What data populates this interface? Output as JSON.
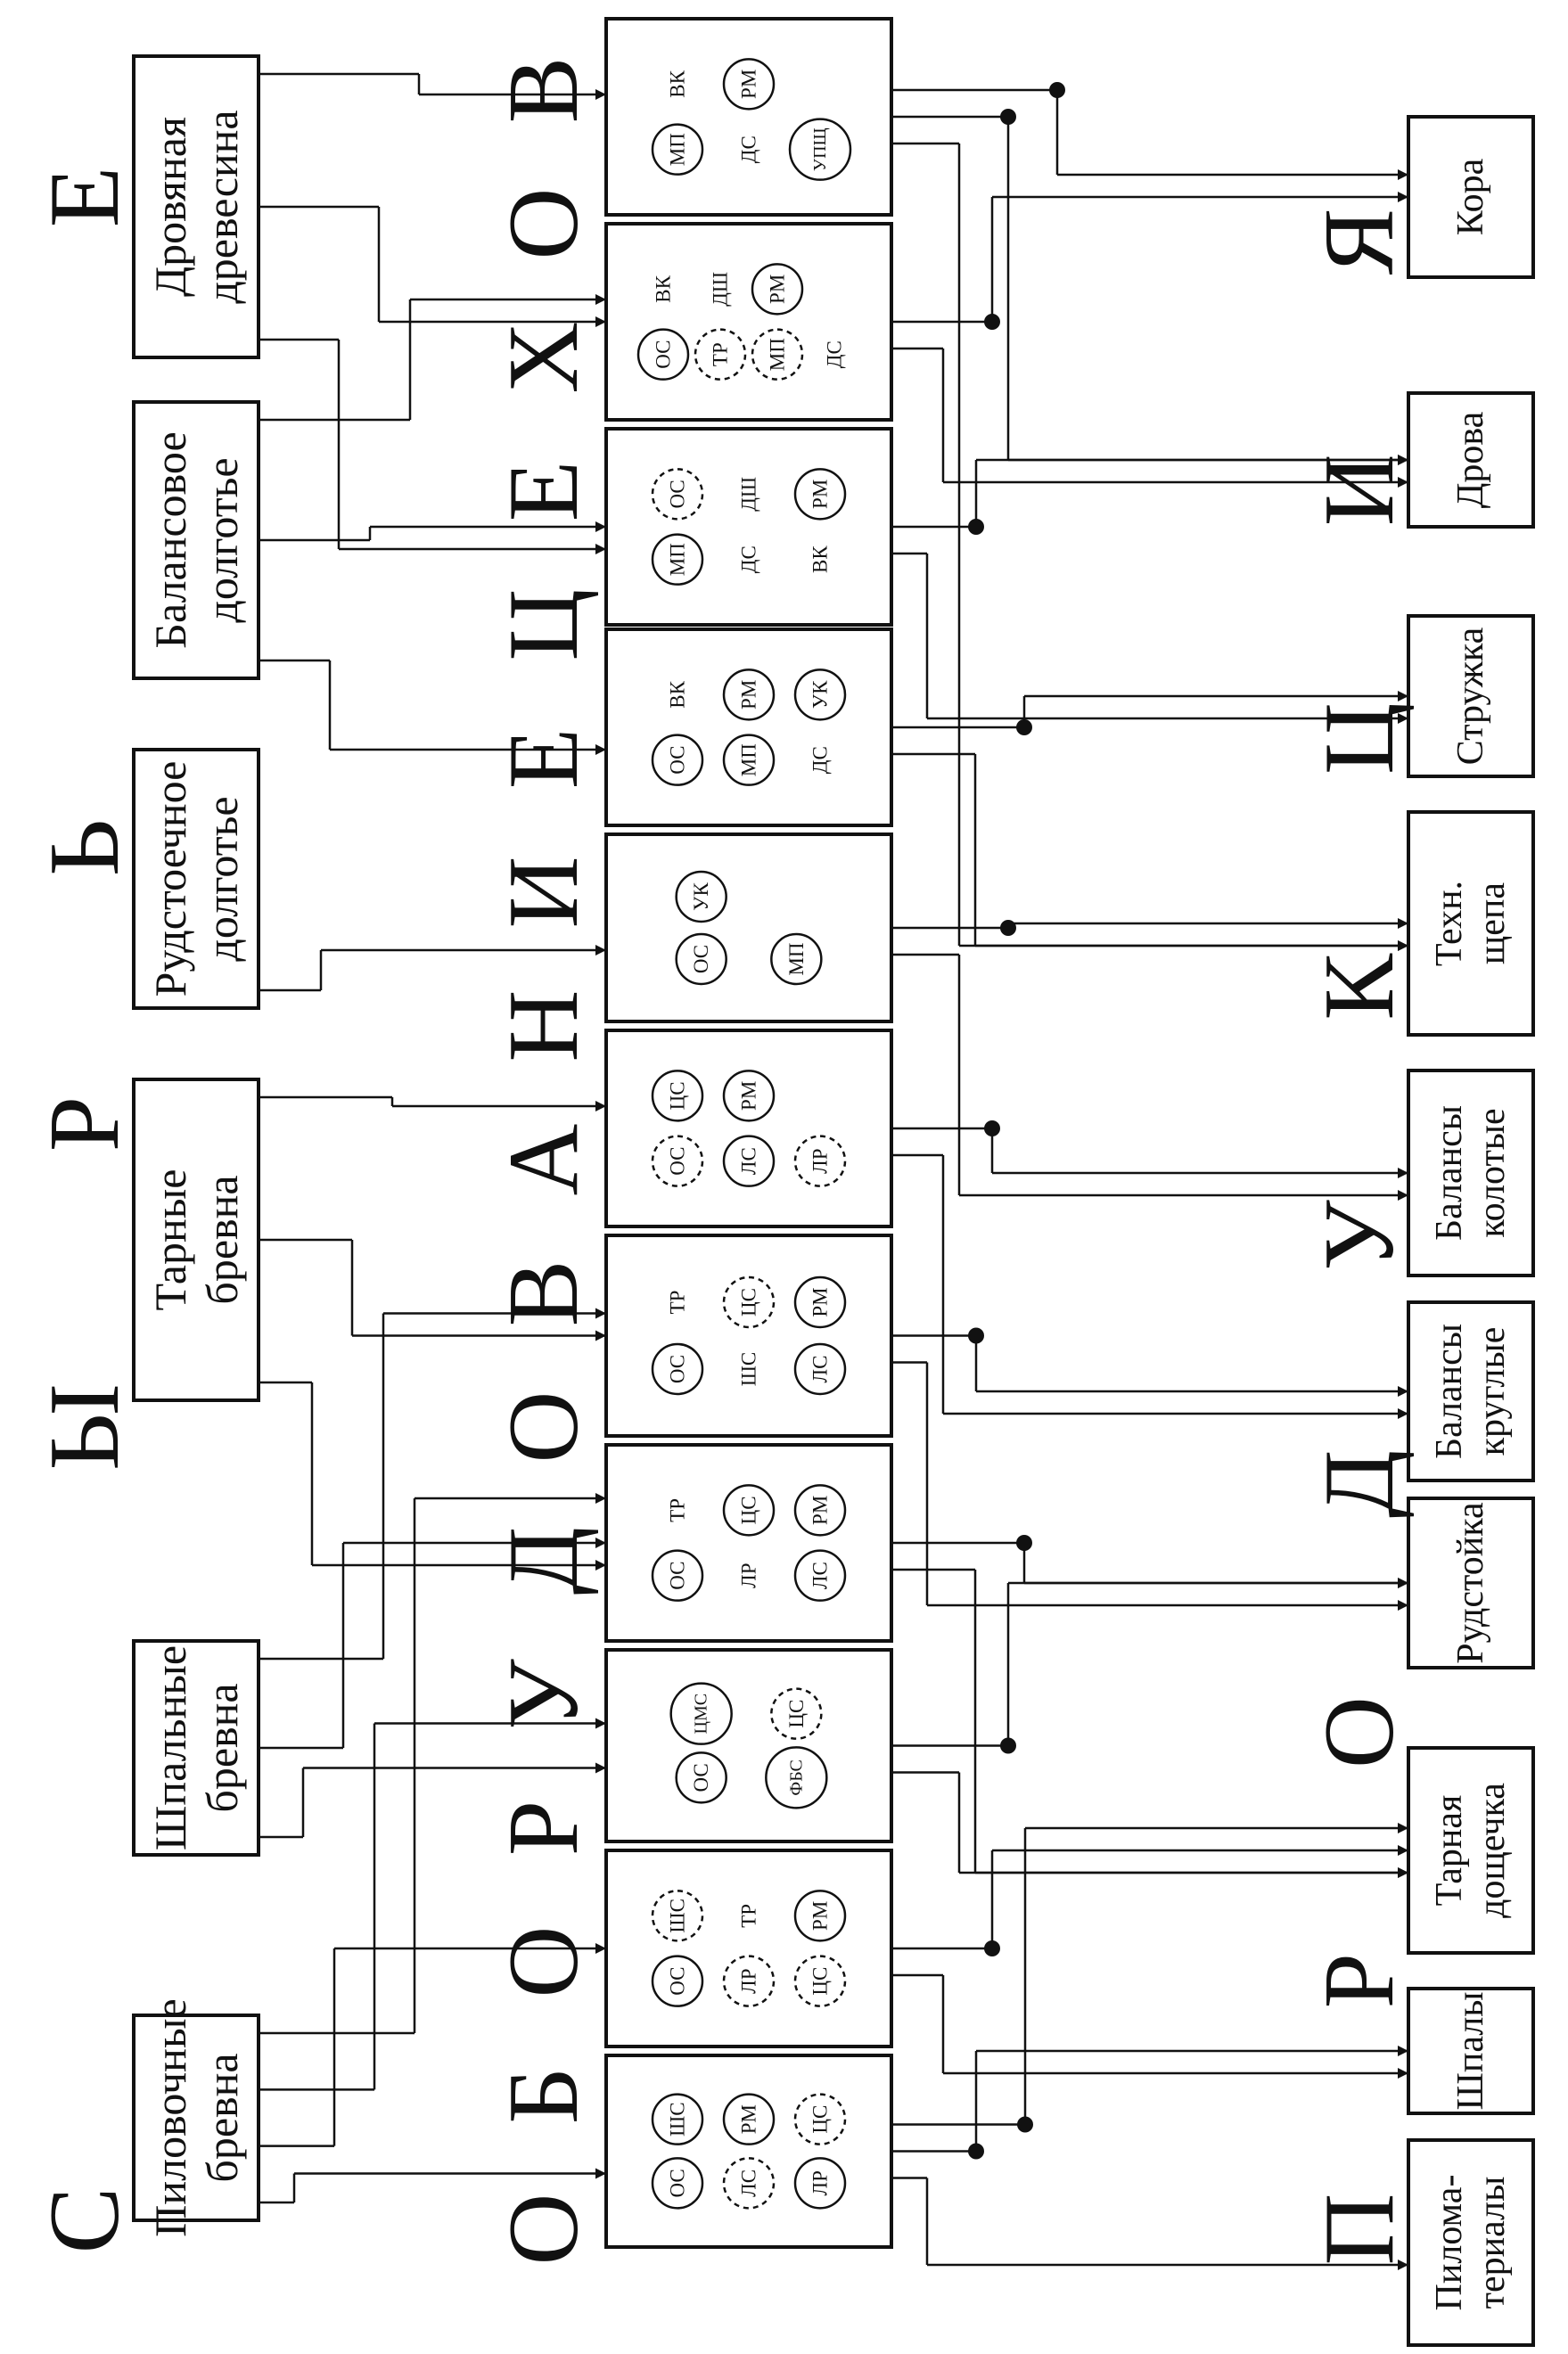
{
  "headings": {
    "raw_materials": [
      "С",
      "Ы",
      "Р",
      "Ь",
      "Е"
    ],
    "workshop_equipment": [
      "О",
      "Б",
      "О",
      "Р",
      "У",
      "Д",
      "О",
      "В",
      "А",
      "Н",
      "И",
      "Е",
      "Ц",
      "Е",
      "Х",
      "О",
      "В"
    ],
    "products": [
      "П",
      "Р",
      "О",
      "Д",
      "У",
      "К",
      "Ц",
      "И",
      "Я"
    ]
  },
  "raw_materials": [
    [
      "Пиловочные",
      "бревна"
    ],
    [
      "Шпальные",
      "бревна"
    ],
    [
      "Тарные",
      "бревна"
    ],
    [
      "Рудстоечное",
      "долготье"
    ],
    [
      "Балансовое",
      "долготье"
    ],
    [
      "Дровяная",
      "древесина"
    ]
  ],
  "workshops": [
    [
      {
        "t": "ОС",
        "c": "solid"
      },
      {
        "t": "ЛС",
        "c": "dashed"
      },
      {
        "t": "ЛР",
        "c": "solid"
      },
      {
        "t": "ШС",
        "c": "solid"
      },
      {
        "t": "РМ",
        "c": "solid"
      },
      {
        "t": "ЦС",
        "c": "dashed"
      }
    ],
    [
      {
        "t": "ОС",
        "c": "solid"
      },
      {
        "t": "ЛР",
        "c": "dashed"
      },
      {
        "t": "ЦС",
        "c": "dashed"
      },
      {
        "t": "ШС",
        "c": "dashed"
      },
      {
        "t": "ТР",
        "c": "none"
      },
      {
        "t": "РМ",
        "c": "solid"
      }
    ],
    [
      {
        "t": "ОС",
        "c": "solid"
      },
      {
        "t": "ФБС",
        "c": "solid"
      },
      {
        "t": "ЦМС",
        "c": "solid"
      },
      {
        "t": "ЦС",
        "c": "dashed"
      }
    ],
    [
      {
        "t": "ОС",
        "c": "solid"
      },
      {
        "t": "ЛР",
        "c": "none"
      },
      {
        "t": "ЛС",
        "c": "solid"
      },
      {
        "t": "ТР",
        "c": "none"
      },
      {
        "t": "ЦС",
        "c": "solid"
      },
      {
        "t": "РМ",
        "c": "solid"
      }
    ],
    [
      {
        "t": "ОС",
        "c": "solid"
      },
      {
        "t": "ШС",
        "c": "none"
      },
      {
        "t": "ЛС",
        "c": "solid"
      },
      {
        "t": "ТР",
        "c": "none"
      },
      {
        "t": "ЦС",
        "c": "dashed"
      },
      {
        "t": "РМ",
        "c": "solid"
      }
    ],
    [
      {
        "t": "ОС",
        "c": "dashed"
      },
      {
        "t": "ЛС",
        "c": "solid"
      },
      {
        "t": "ЛР",
        "c": "dashed"
      },
      {
        "t": "ЦС",
        "c": "solid"
      },
      {
        "t": "РМ",
        "c": "solid"
      }
    ],
    [
      {
        "t": "ОС",
        "c": "solid"
      },
      {
        "t": "МП",
        "c": "solid"
      },
      {
        "t": "УК",
        "c": "solid"
      }
    ],
    [
      {
        "t": "ОС",
        "c": "solid"
      },
      {
        "t": "МП",
        "c": "solid"
      },
      {
        "t": "ДС",
        "c": "none"
      },
      {
        "t": "ВК",
        "c": "none"
      },
      {
        "t": "РМ",
        "c": "solid"
      },
      {
        "t": "УК",
        "c": "solid"
      }
    ],
    [
      {
        "t": "МП",
        "c": "solid"
      },
      {
        "t": "ДС",
        "c": "none"
      },
      {
        "t": "ВК",
        "c": "none"
      },
      {
        "t": "ОС",
        "c": "dashed"
      },
      {
        "t": "ДШ",
        "c": "none"
      },
      {
        "t": "РМ",
        "c": "solid"
      }
    ],
    [
      {
        "t": "ОС",
        "c": "solid"
      },
      {
        "t": "ТР",
        "c": "dashed"
      },
      {
        "t": "МП",
        "c": "dashed"
      },
      {
        "t": "ДС",
        "c": "none"
      },
      {
        "t": "ВК",
        "c": "none"
      },
      {
        "t": "ДШ",
        "c": "none"
      },
      {
        "t": "РМ",
        "c": "solid"
      }
    ],
    [
      {
        "t": "МП",
        "c": "solid"
      },
      {
        "t": "ДС",
        "c": "none"
      },
      {
        "t": "УПЩ",
        "c": "solid"
      },
      {
        "t": "ВК",
        "c": "none"
      },
      {
        "t": "РМ",
        "c": "solid"
      }
    ]
  ],
  "products": [
    [
      "Пилома-",
      "териалы"
    ],
    [
      "Шпалы"
    ],
    [
      "Тарная",
      "дощечка"
    ],
    [
      "Рудстойка"
    ],
    [
      "Балансы",
      "круглые"
    ],
    [
      "Балансы",
      "колотые"
    ],
    [
      "Техн.",
      "щепа"
    ],
    [
      "Стружка"
    ],
    [
      "Дрова"
    ],
    [
      "Кора"
    ]
  ]
}
